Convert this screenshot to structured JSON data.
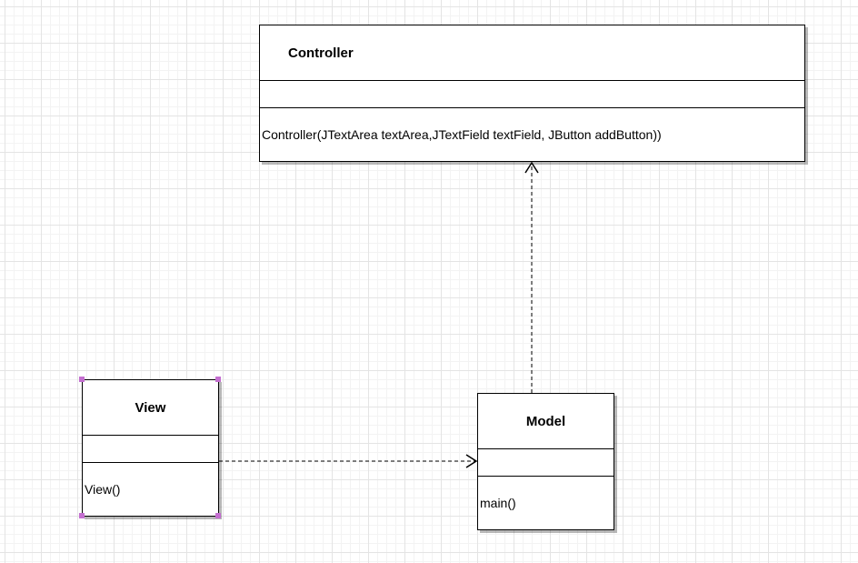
{
  "classes": {
    "controller": {
      "name": "Controller",
      "operations": "Controller(JTextArea textArea,JTextField textField, JButton addButton))"
    },
    "view": {
      "name": "View",
      "operations": "View()"
    },
    "model": {
      "name": "Model",
      "operations": "main()"
    }
  },
  "relationships": [
    {
      "type": "dependency",
      "from": "View",
      "to": "Model",
      "style": "dashed",
      "arrow": "open"
    },
    {
      "type": "dependency",
      "from": "Model",
      "to": "Controller",
      "style": "dashed",
      "arrow": "open"
    }
  ],
  "colors": {
    "line": "#000000",
    "selection_handle": "#c46fd0",
    "grid": "#e4e4e4"
  }
}
